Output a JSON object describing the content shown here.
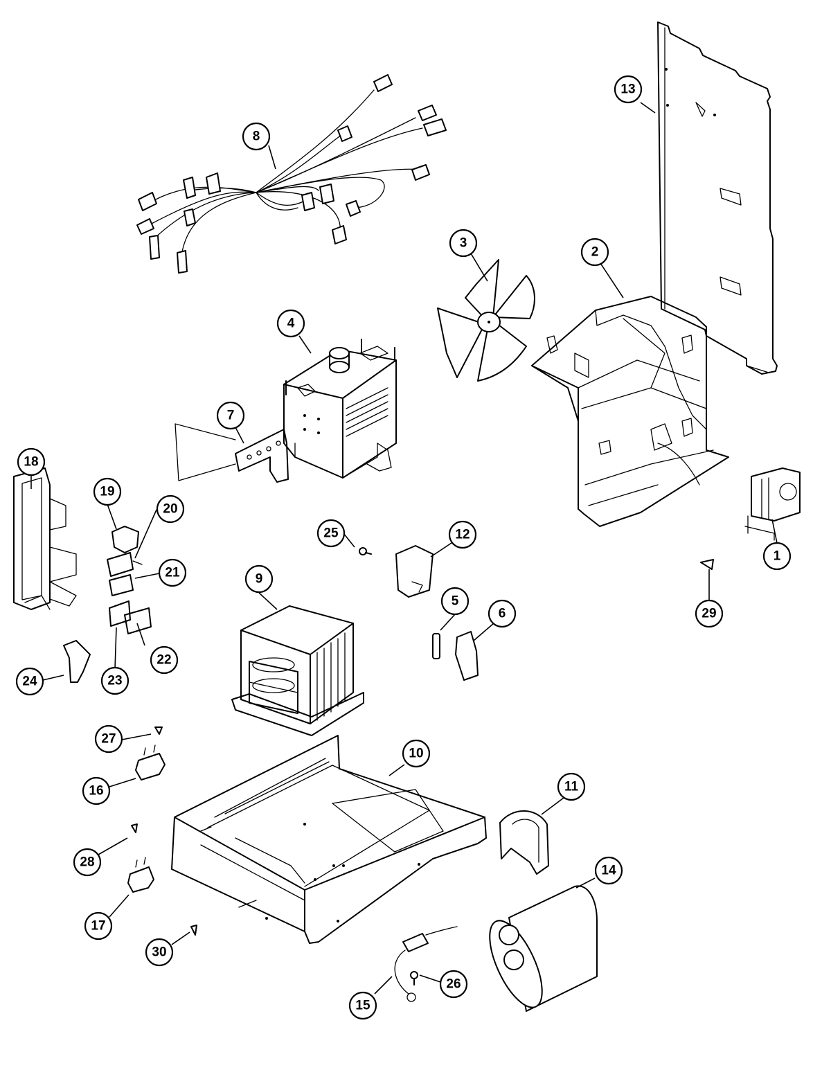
{
  "callouts": [
    {
      "id": "1",
      "label": "1"
    },
    {
      "id": "2",
      "label": "2"
    },
    {
      "id": "3",
      "label": "3"
    },
    {
      "id": "4",
      "label": "4"
    },
    {
      "id": "5",
      "label": "5"
    },
    {
      "id": "6",
      "label": "6"
    },
    {
      "id": "7",
      "label": "7"
    },
    {
      "id": "8",
      "label": "8"
    },
    {
      "id": "9",
      "label": "9"
    },
    {
      "id": "10",
      "label": "10"
    },
    {
      "id": "11",
      "label": "11"
    },
    {
      "id": "12",
      "label": "12"
    },
    {
      "id": "13",
      "label": "13"
    },
    {
      "id": "14",
      "label": "14"
    },
    {
      "id": "15",
      "label": "15"
    },
    {
      "id": "16",
      "label": "16"
    },
    {
      "id": "17",
      "label": "17"
    },
    {
      "id": "18",
      "label": "18"
    },
    {
      "id": "19",
      "label": "19"
    },
    {
      "id": "20",
      "label": "20"
    },
    {
      "id": "21",
      "label": "21"
    },
    {
      "id": "22",
      "label": "22"
    },
    {
      "id": "23",
      "label": "23"
    },
    {
      "id": "24",
      "label": "24"
    },
    {
      "id": "25",
      "label": "25"
    },
    {
      "id": "26",
      "label": "26"
    },
    {
      "id": "27",
      "label": "27"
    },
    {
      "id": "28",
      "label": "28"
    },
    {
      "id": "29",
      "label": "29"
    },
    {
      "id": "30",
      "label": "30"
    }
  ],
  "colors": {
    "ink": "#000000",
    "paper": "#ffffff"
  }
}
